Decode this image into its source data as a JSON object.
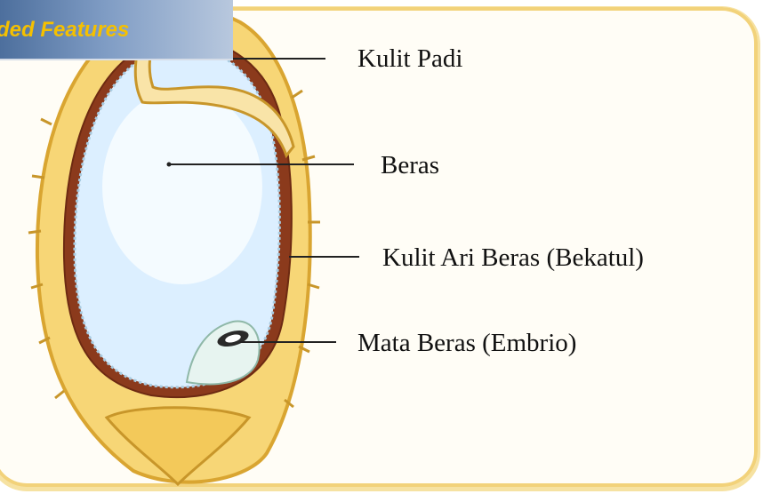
{
  "banner": {
    "text": "ded Features"
  },
  "labels": {
    "kulit_padi": "Kulit Padi",
    "beras": "Beras",
    "kulit_ari": "Kulit Ari Beras (Bekatul)",
    "mata_beras": "Mata Beras (Embrio)"
  },
  "colors": {
    "husk": "#f3c95a",
    "husk_dark": "#d9a531",
    "bran": "#8b3a1c",
    "endosperm": "#dcefff",
    "banner": "#6f8fbd",
    "banner_text": "#f5c000"
  }
}
